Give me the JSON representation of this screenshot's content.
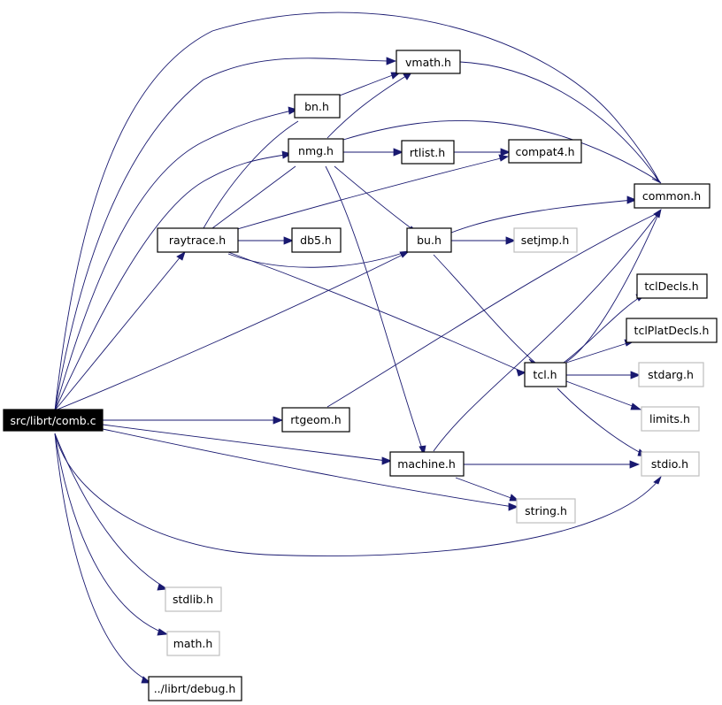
{
  "colors": {
    "edge": "#191970",
    "border": "#000000",
    "border_missing": "#bfbfbf",
    "root_fill": "#000000",
    "root_text": "#ffffff"
  },
  "nodes": {
    "comb_c": "src/librt/comb.c",
    "vmath_h": "vmath.h",
    "bn_h": "bn.h",
    "nmg_h": "nmg.h",
    "rtlist_h": "rtlist.h",
    "compat4_h": "compat4.h",
    "common_h": "common.h",
    "raytrace_h": "raytrace.h",
    "db5_h": "db5.h",
    "bu_h": "bu.h",
    "setjmp_h": "setjmp.h",
    "tclDecls_h": "tclDecls.h",
    "tclPlatDecls_h": "tclPlatDecls.h",
    "tcl_h": "tcl.h",
    "stdarg_h": "stdarg.h",
    "limits_h": "limits.h",
    "rtgeom_h": "rtgeom.h",
    "machine_h": "machine.h",
    "stdio_h": "stdio.h",
    "string_h": "string.h",
    "stdlib_h": "stdlib.h",
    "math_h": "math.h",
    "debug_h": "../librt/debug.h"
  }
}
